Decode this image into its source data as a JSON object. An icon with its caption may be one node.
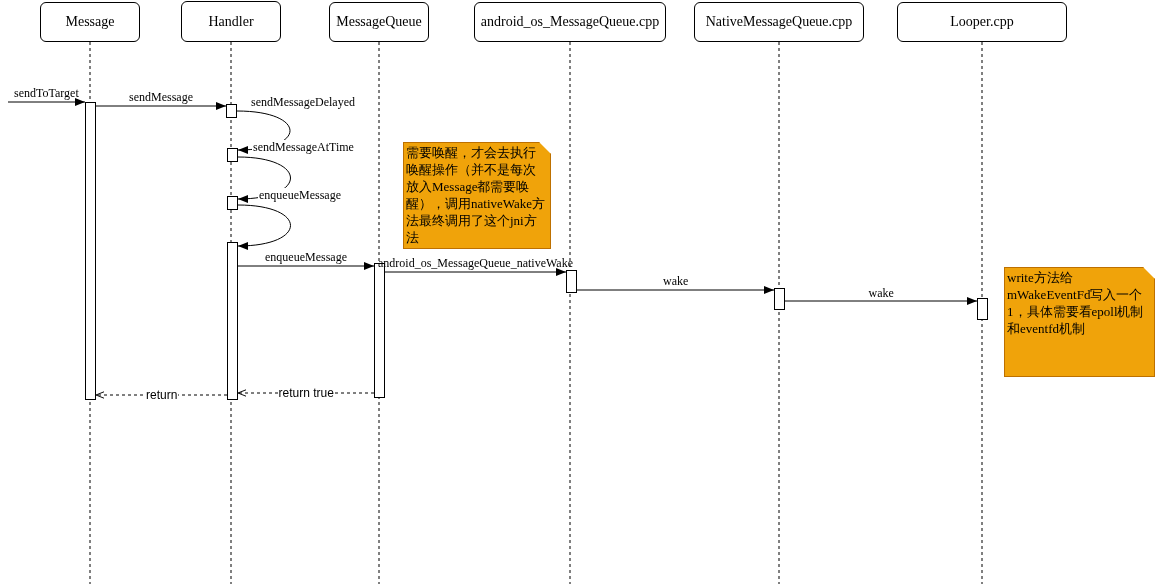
{
  "diagram": {
    "nodes": [
      {
        "text": [
          "Message"
        ]
      },
      {
        "text": [
          "Handler"
        ]
      },
      {
        "text": [
          "MessageQueue"
        ]
      },
      {
        "text": [
          "android_os_MessageQueue.cpp"
        ]
      },
      {
        "text": [
          "NativeMessageQueue.cpp"
        ]
      },
      {
        "text": [
          "Looper.cpp"
        ]
      },
      {
        "text": [],
        "shape": "bar"
      },
      {
        "text": [],
        "shape": "bar"
      },
      {
        "text": [],
        "shape": "bar"
      },
      {
        "text": [],
        "shape": "bar"
      },
      {
        "text": [],
        "shape": "bar"
      },
      {
        "text": [],
        "shape": "bar"
      },
      {
        "text": [],
        "shape": "bar"
      },
      {
        "text": [],
        "shape": "bar"
      },
      {
        "text": [],
        "shape": "bar"
      },
      {
        "text": [
          "需要唤醒，才会去执行唤醒操作（并不是每次放入Message都需要唤醒），调用nativeWake方法最终调用了这个jni方法"
        ]
      },
      {
        "text": [
          "write方法给mWakeEventFd写入一个1，具体需要看epoll机制和eventfd机制"
        ]
      }
    ],
    "edges": [
      {
        "from": null,
        "to": 6,
        "arrow": "to",
        "label": "sendToTarget"
      },
      {
        "from": 6,
        "to": 7,
        "arrow": "to",
        "label": "sendMessage"
      },
      {
        "from": 7,
        "to": 8,
        "arrow": "to",
        "label": "sendMessageDelayed"
      },
      {
        "from": 8,
        "to": 9,
        "arrow": "to",
        "label": "sendMessageAtTime"
      },
      {
        "from": 9,
        "to": 10,
        "arrow": "to",
        "label": "enqueueMessage"
      },
      {
        "from": 10,
        "to": 11,
        "arrow": "to",
        "label": "enqueueMessage"
      },
      {
        "from": 11,
        "to": 12,
        "arrow": "to",
        "label": "android_os_MessageQueue_nativeWake"
      },
      {
        "from": 12,
        "to": 13,
        "arrow": "to",
        "label": "wake"
      },
      {
        "from": 13,
        "to": 14,
        "arrow": "to",
        "label": "wake"
      },
      {
        "from": 11,
        "to": 10,
        "arrow": "to",
        "label": "return true",
        "style": "dashed"
      },
      {
        "from": 10,
        "to": 6,
        "arrow": "to",
        "label": "return",
        "style": "dashed"
      }
    ]
  }
}
